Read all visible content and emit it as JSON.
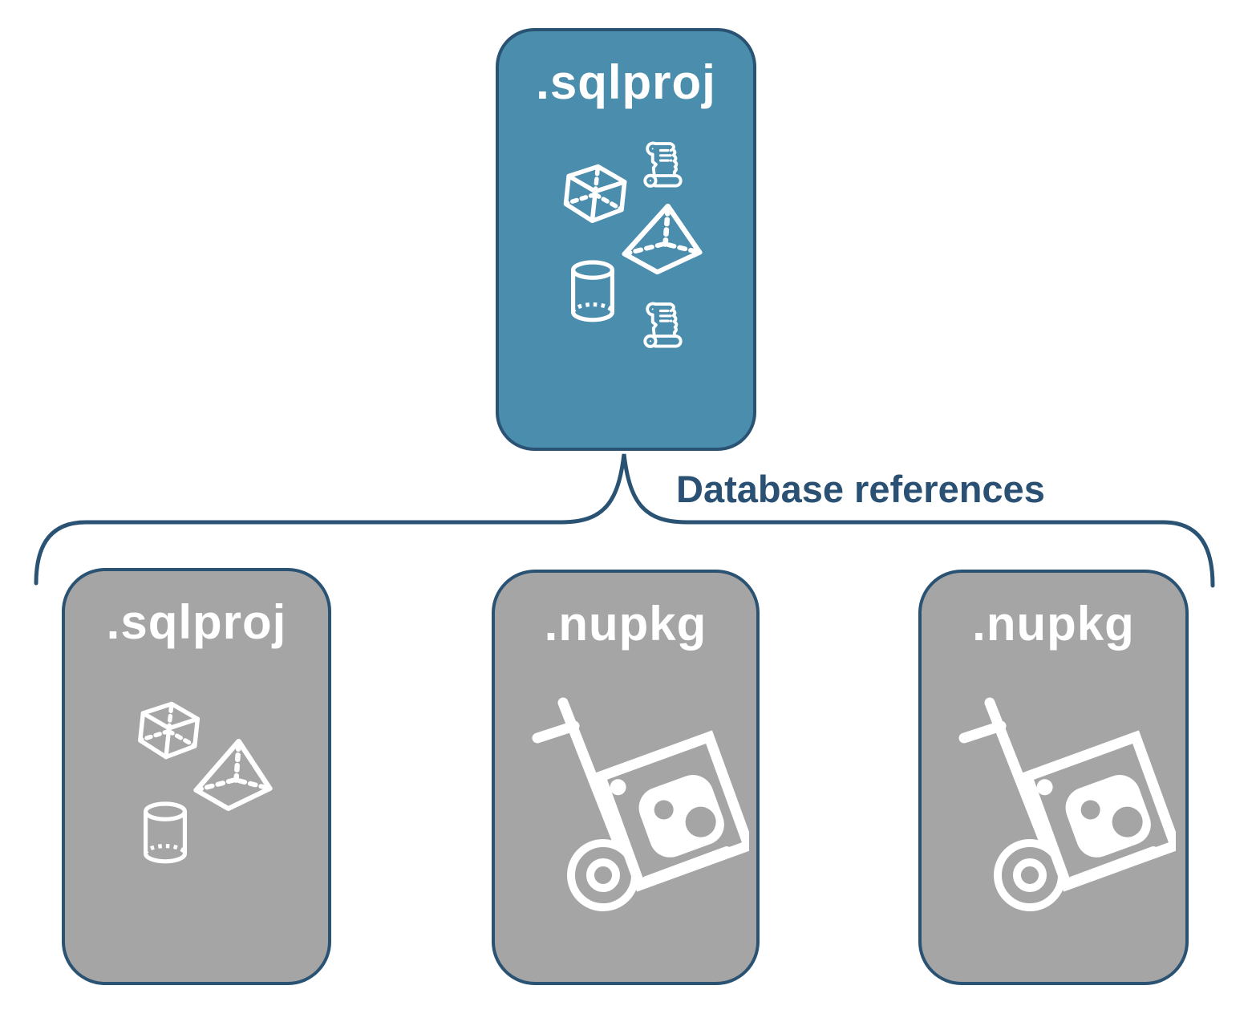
{
  "diagram": {
    "root_node": {
      "label": ".sqlproj"
    },
    "connector_label": "Database references",
    "child_nodes": [
      {
        "label": ".sqlproj"
      },
      {
        "label": ".nupkg"
      },
      {
        "label": ".nupkg"
      }
    ],
    "colors": {
      "root_fill": "#4a8dac",
      "child_fill": "#a5a5a5",
      "outline": "#2a5273",
      "connector_text": "#2a5173",
      "icon_stroke": "#ffffff"
    },
    "icon_names": {
      "root": [
        "cube-icon",
        "script-scroll-icon",
        "pyramid-icon",
        "cylinder-icon",
        "script-scroll-icon"
      ],
      "sqlproj_child": [
        "cube-icon",
        "pyramid-icon",
        "cylinder-icon"
      ],
      "nupkg_child": [
        "nuget-handtruck-icon"
      ]
    }
  }
}
